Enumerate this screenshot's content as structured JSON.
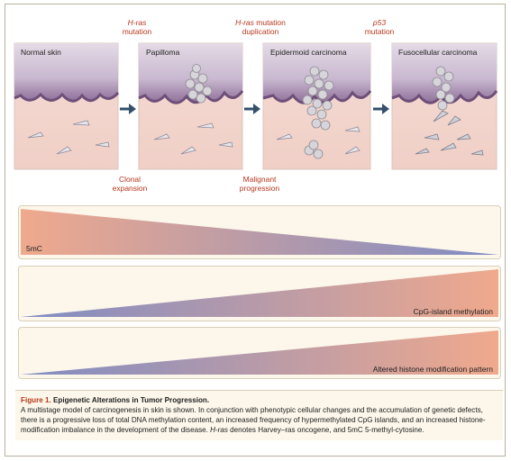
{
  "stages": [
    {
      "title": "Normal skin"
    },
    {
      "title": "Papilloma"
    },
    {
      "title": "Epidermoid carcinoma"
    },
    {
      "title": "Fusocellular carcinoma"
    }
  ],
  "annotations_top": [
    {
      "italic": "H-ras",
      "rest": "mutation"
    },
    {
      "italic": "H-ras",
      "rest": " mutation",
      "line2": "duplication"
    },
    {
      "italic": "p53",
      "rest": "mutation"
    }
  ],
  "annotations_bottom": [
    {
      "line1": "Clonal",
      "line2": "expansion"
    },
    {
      "line1": "Malignant",
      "line2": "progression"
    }
  ],
  "gradients": [
    {
      "label": "5mC",
      "direction": "decreasing"
    },
    {
      "label": "CpG-island methylation",
      "direction": "increasing"
    },
    {
      "label": "Altered histone modification pattern",
      "direction": "increasing"
    }
  ],
  "caption": {
    "figure_label": "Figure 1.",
    "title": "Epigenetic Alterations in Tumor Progression.",
    "body_1": "A multistage model of carcinogenesis in skin is shown. In conjunction with phenotypic cellular changes and the accumulation of genetic defects, there is a progressive loss of total DNA methylation content, an increased frequency of hypermethylated CpG islands, and an increased histone-modification imbalance in the development of the disease. ",
    "italic_term": "H-ras",
    "body_2": " denotes Harvey–ras oncogene, and 5mC 5-methyl-cytosine."
  },
  "colors": {
    "accent": "#b8371e",
    "dermis": "#f2d6cf",
    "epidermis_top": "#cfc3d6",
    "basal_layer": "#8e6f98",
    "gradient_warm": "#f0a98d",
    "gradient_cool": "#7f8cc4",
    "box_bg": "#fcf7ea"
  }
}
